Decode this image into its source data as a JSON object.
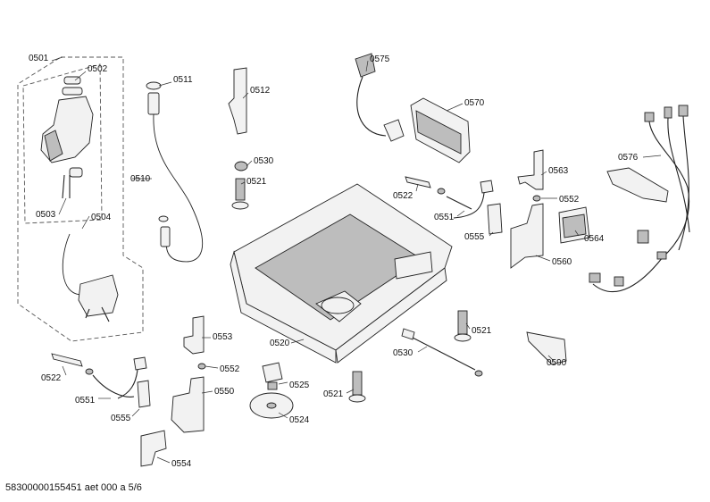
{
  "diagram": {
    "parts": [
      {
        "id": "0501",
        "label": "0501"
      },
      {
        "id": "0502",
        "label": "0502"
      },
      {
        "id": "0503",
        "label": "0503"
      },
      {
        "id": "0504",
        "label": "0504"
      },
      {
        "id": "0510",
        "label": "0510"
      },
      {
        "id": "0511",
        "label": "0511"
      },
      {
        "id": "0512",
        "label": "0512"
      },
      {
        "id": "0520",
        "label": "0520"
      },
      {
        "id": "0521a",
        "label": "0521"
      },
      {
        "id": "0521b",
        "label": "0521"
      },
      {
        "id": "0521c",
        "label": "0521"
      },
      {
        "id": "0522a",
        "label": "0522"
      },
      {
        "id": "0522b",
        "label": "0522"
      },
      {
        "id": "0524",
        "label": "0524"
      },
      {
        "id": "0525",
        "label": "0525"
      },
      {
        "id": "0530a",
        "label": "0530"
      },
      {
        "id": "0530b",
        "label": "0530"
      },
      {
        "id": "0550",
        "label": "0550"
      },
      {
        "id": "0551a",
        "label": "0551"
      },
      {
        "id": "0551b",
        "label": "0551"
      },
      {
        "id": "0552a",
        "label": "0552"
      },
      {
        "id": "0552b",
        "label": "0552"
      },
      {
        "id": "0553",
        "label": "0553"
      },
      {
        "id": "0554",
        "label": "0554"
      },
      {
        "id": "0555a",
        "label": "0555"
      },
      {
        "id": "0555b",
        "label": "0555"
      },
      {
        "id": "0560",
        "label": "0560"
      },
      {
        "id": "0563",
        "label": "0563"
      },
      {
        "id": "0564",
        "label": "0564"
      },
      {
        "id": "0570",
        "label": "0570"
      },
      {
        "id": "0575",
        "label": "0575"
      },
      {
        "id": "0576",
        "label": "0576"
      },
      {
        "id": "0590",
        "label": "0590"
      }
    ],
    "footer": "58300000155451 aet 000 a 5/6"
  }
}
